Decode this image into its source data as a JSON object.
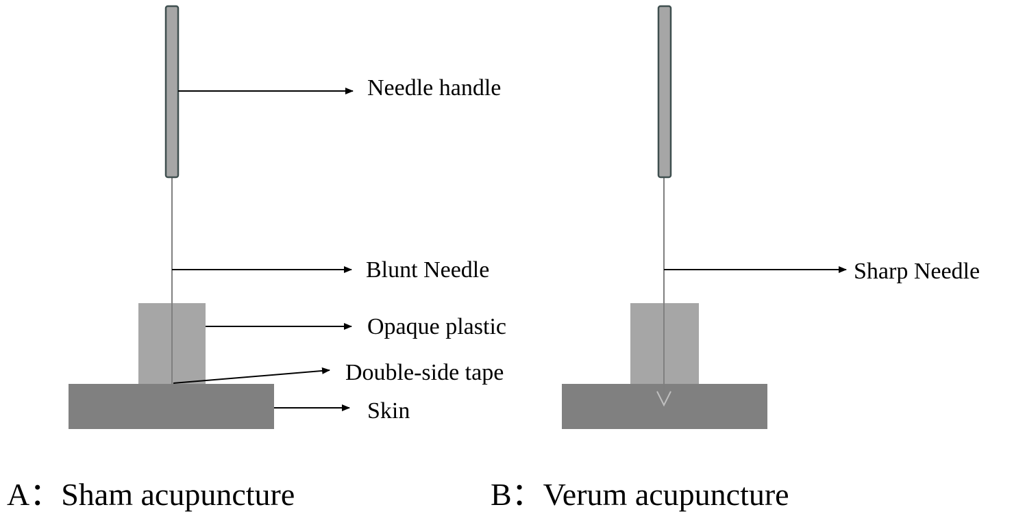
{
  "labels": {
    "needle_handle": "Needle handle",
    "blunt_needle": "Blunt Needle",
    "opaque_plastic": "Opaque plastic",
    "double_side_tape": "Double-side tape",
    "skin": "Skin",
    "sharp_needle": "Sharp Needle"
  },
  "captions": {
    "a": "A：Sham acupuncture",
    "b": "B：Verum acupuncture"
  },
  "colors": {
    "handle_fill": "#a6a6a6",
    "handle_stroke": "#3f4f4f",
    "plastic": "#a6a6a6",
    "skin": "#808080",
    "needle": "#7f7f7f",
    "arrow": "#000000"
  }
}
